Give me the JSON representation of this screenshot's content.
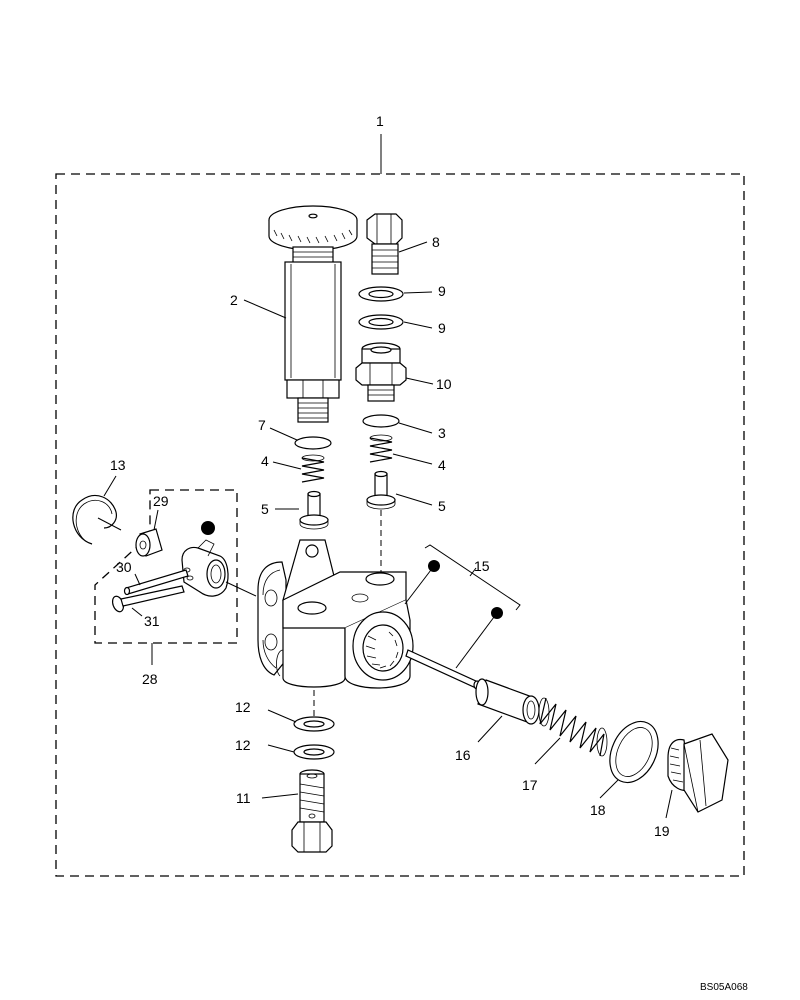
{
  "callouts": {
    "c1": "1",
    "c2": "2",
    "c3": "3",
    "c4a": "4",
    "c4b": "4",
    "c5a": "5",
    "c5b": "5",
    "c7": "7",
    "c8": "8",
    "c9a": "9",
    "c9b": "9",
    "c10": "10",
    "c11": "11",
    "c12a": "12",
    "c12b": "12",
    "c13": "13",
    "c15": "15",
    "c16": "16",
    "c17": "17",
    "c18": "18",
    "c19": "19",
    "c28": "28",
    "c29": "29",
    "c30": "30",
    "c31": "31"
  },
  "drawing_code": "BS05A068",
  "colors": {
    "line": "#000000",
    "background": "#ffffff"
  }
}
